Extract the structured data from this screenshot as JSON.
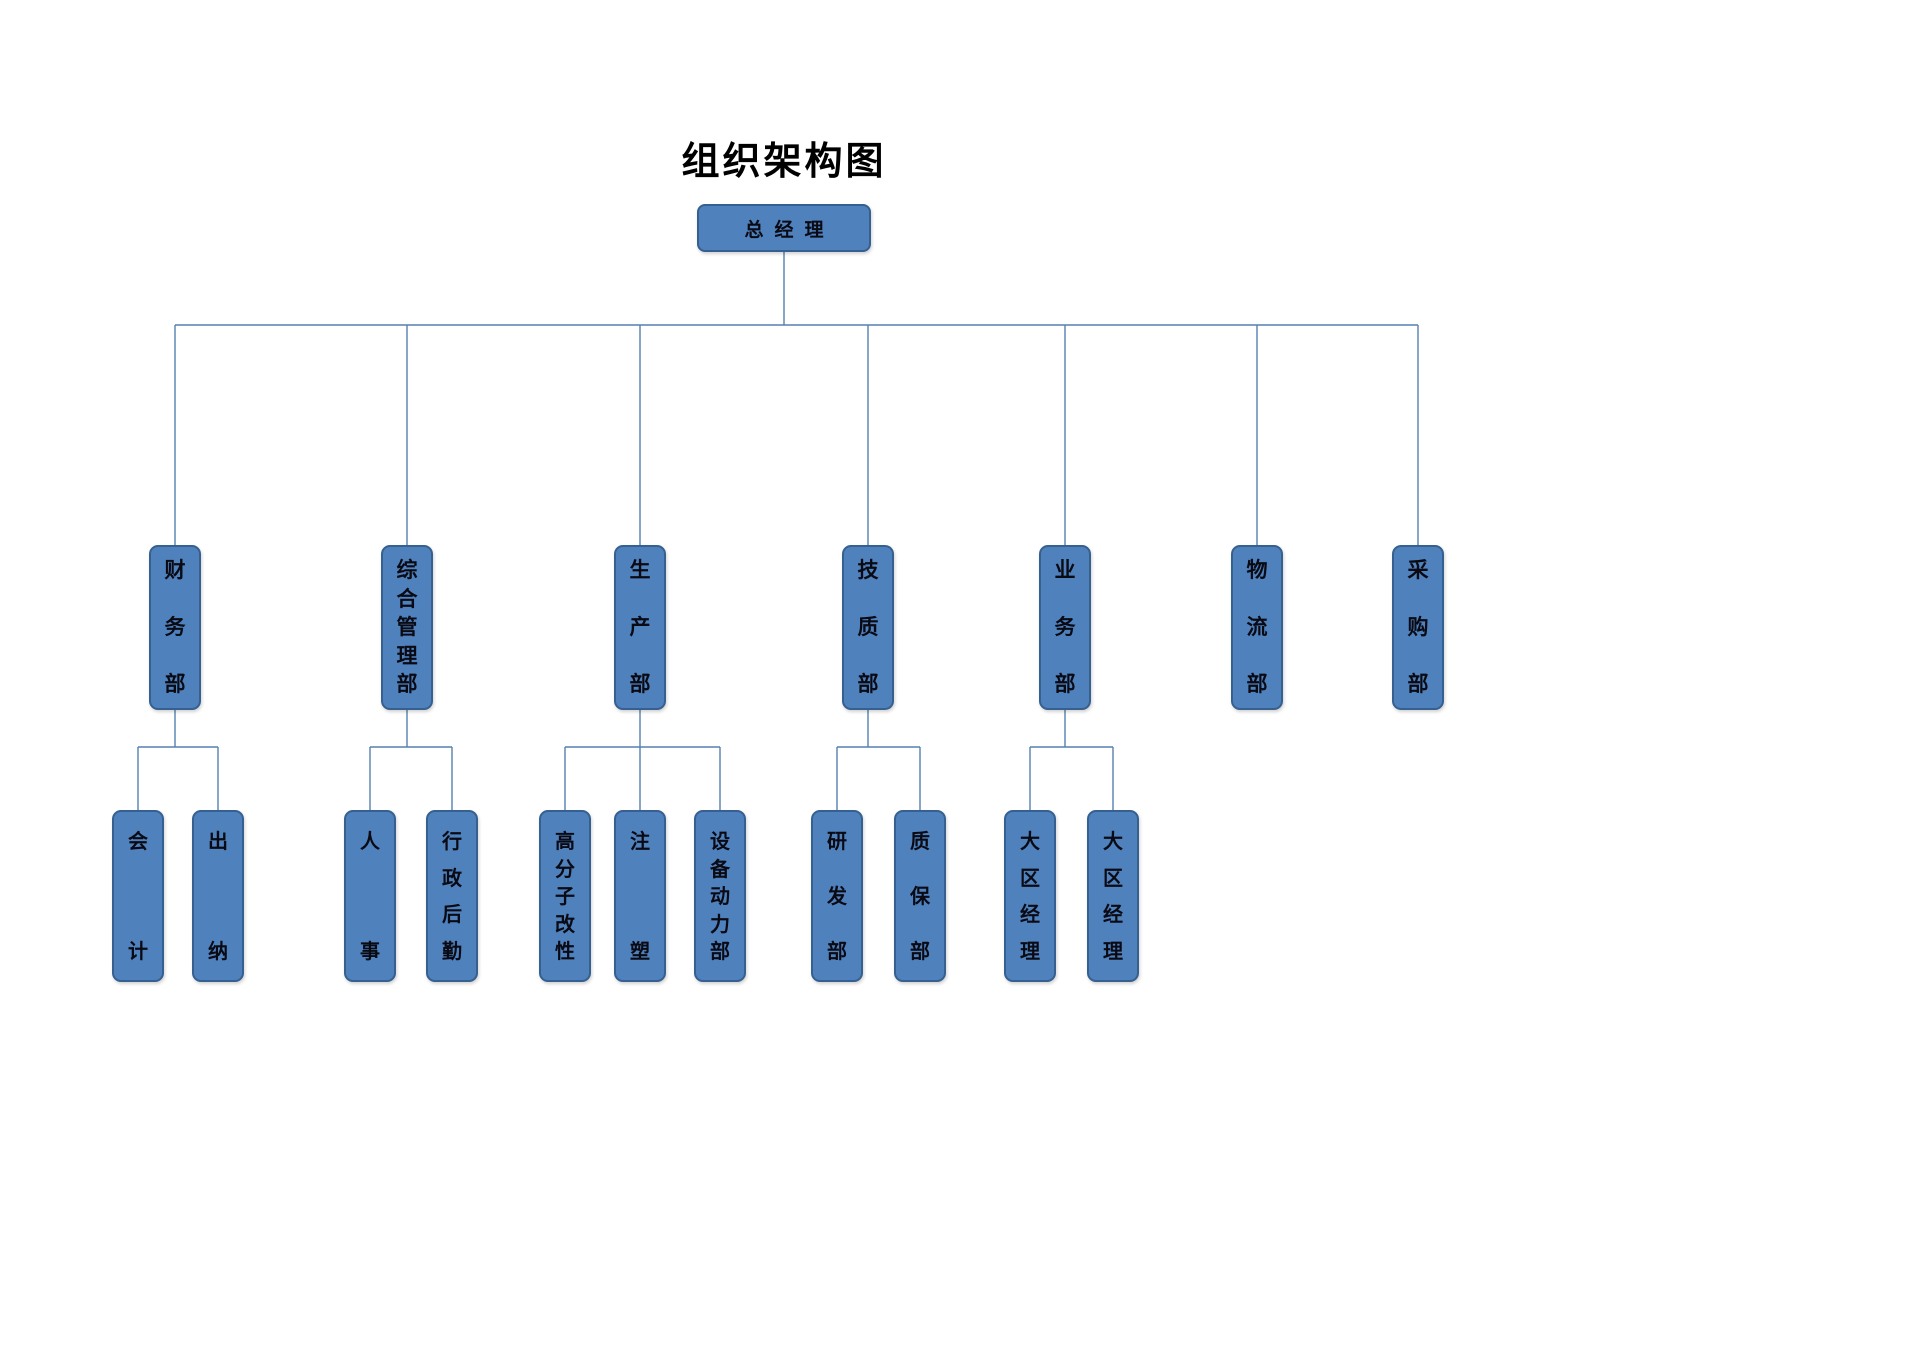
{
  "title": "组织架构图",
  "colors": {
    "box_fill": "#4f81bd",
    "box_border": "#36608f",
    "line": "#5580b0",
    "text": "#000000"
  },
  "root": {
    "label": "总经理"
  },
  "departments": [
    {
      "label": "财务部",
      "children": [
        "会计",
        "出纳"
      ]
    },
    {
      "label": "综合管理部",
      "children": [
        "人事",
        "行政后勤"
      ]
    },
    {
      "label": "生产部",
      "children": [
        "高分子改性",
        "注塑",
        "设备动力部"
      ]
    },
    {
      "label": "技质部",
      "children": [
        "研发部",
        "质保部"
      ]
    },
    {
      "label": "业务部",
      "children": [
        "大区经理",
        "大区经理"
      ]
    },
    {
      "label": "物流部",
      "children": []
    },
    {
      "label": "采购部",
      "children": []
    }
  ]
}
